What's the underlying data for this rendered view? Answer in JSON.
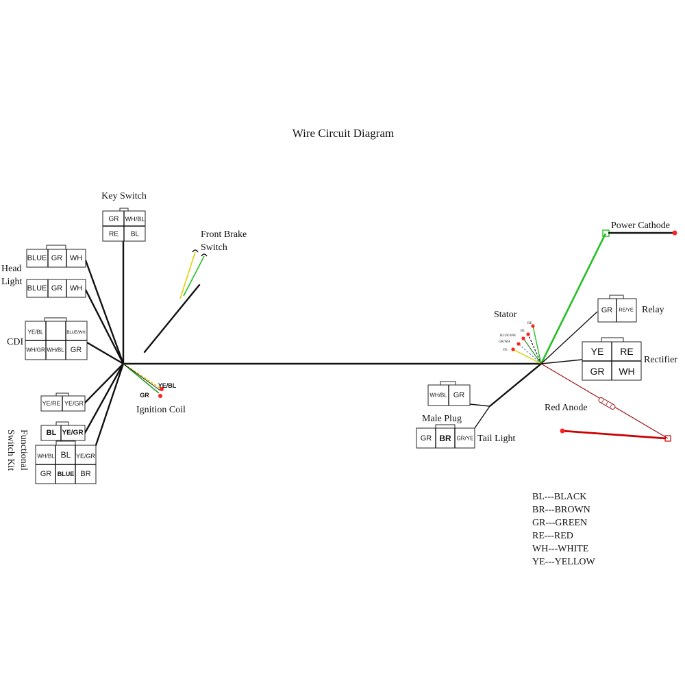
{
  "title": "Wire Circuit Diagram",
  "colors": {
    "wire": "#111111",
    "green": "#22c020",
    "red": "#cc0000",
    "yellow": "#e0d000",
    "dot_red": "#ff2020"
  },
  "components": {
    "key_switch": {
      "label": "Key Switch",
      "cells": [
        "GR",
        "WH/BL",
        "RE",
        "BL"
      ]
    },
    "front_brake": {
      "label_line1": "Front Brake",
      "label_line2": "Switch"
    },
    "head_light": {
      "label_line1": "Head",
      "label_line2": "Light",
      "top_cells": [
        "BLUE",
        "GR",
        "WH"
      ],
      "bottom_cells": [
        "BLUE",
        "GR",
        "WH"
      ]
    },
    "cdi": {
      "label": "CDI",
      "cells": [
        "YE/BL",
        "BLUE/WH",
        "WH/GR",
        "WH/BL",
        "GR"
      ]
    },
    "ignition_coil": {
      "label": "Ignition Coil",
      "wires": [
        "YE/BL",
        "GR"
      ]
    },
    "functional_switch_kit": {
      "label_line1": "Functional",
      "label_line2": "Switch Kit",
      "plug1": [
        "YE/RE",
        "YE/GR"
      ],
      "plug2": [
        "BL",
        "YE/GR"
      ],
      "plug3": [
        "WH/BL",
        "BL",
        "YE/GR",
        "GR",
        "BLUE",
        "BR"
      ]
    },
    "stator": {
      "label": "Stator",
      "wires": [
        "RE",
        "BL",
        "BLUE/WH",
        "GR/WH",
        "YE"
      ]
    },
    "power_cathode": {
      "label": "Power Cathode"
    },
    "relay": {
      "label": "Relay",
      "cells": [
        "GR",
        "RE/YE"
      ]
    },
    "rectifier": {
      "label": "Rectifier",
      "cells": [
        "YE",
        "RE",
        "GR",
        "WH"
      ]
    },
    "red_anode": {
      "label": "Red Anode"
    },
    "male_plug": {
      "label": "Male Plug",
      "cells": [
        "WH/BL",
        "GR"
      ]
    },
    "tail_light": {
      "label": "Tail Light",
      "cells": [
        "GR",
        "BR",
        "GR/YE"
      ]
    }
  },
  "legend": [
    "BL---BLACK",
    "BR---BROWN",
    "GR---GREEN",
    "RE---RED",
    "WH---WHITE",
    "YE---YELLOW"
  ]
}
